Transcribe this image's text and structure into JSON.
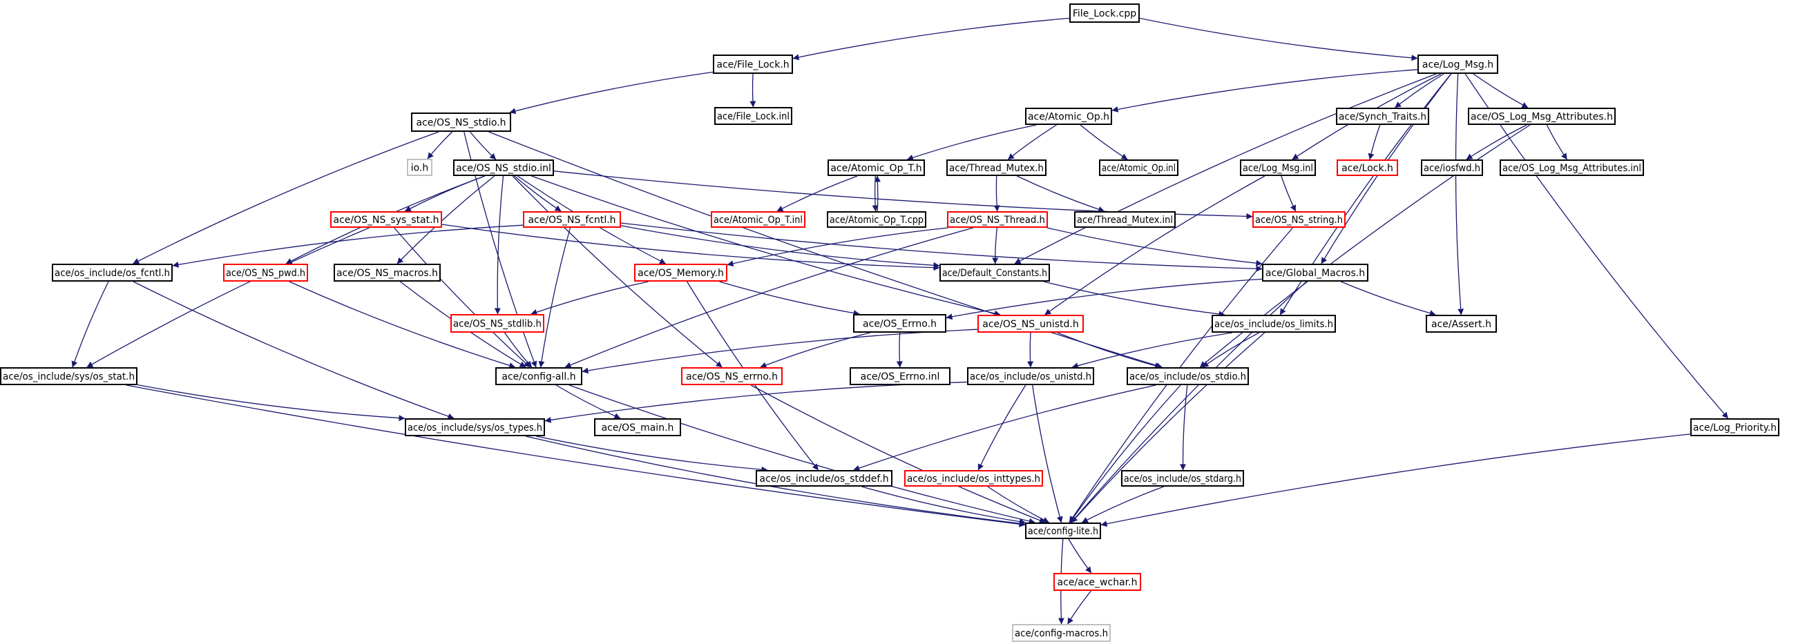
{
  "colors": {
    "normal_border": "#000000",
    "missing_border": "#ff0000",
    "external_border": "#bfbfbf",
    "root_fill": "#bfbfbf",
    "edge": "#191970"
  },
  "nodes": [
    {
      "id": "n0",
      "label": "File_Lock.cpp",
      "kind": "root"
    },
    {
      "id": "n1",
      "label": "ace/File_Lock.h",
      "kind": "normal"
    },
    {
      "id": "n2",
      "label": "ace/Log_Msg.h",
      "kind": "normal"
    },
    {
      "id": "n3",
      "label": "ace/OS_NS_stdio.h",
      "kind": "normal"
    },
    {
      "id": "n4",
      "label": "ace/File_Lock.inl",
      "kind": "normal"
    },
    {
      "id": "n5",
      "label": "ace/Atomic_Op.h",
      "kind": "normal"
    },
    {
      "id": "n6",
      "label": "ace/Synch_Traits.h",
      "kind": "normal"
    },
    {
      "id": "n7",
      "label": "ace/OS_Log_Msg_Attributes.h",
      "kind": "normal"
    },
    {
      "id": "n8",
      "label": "io.h",
      "kind": "external"
    },
    {
      "id": "n9",
      "label": "ace/OS_NS_stdio.inl",
      "kind": "normal"
    },
    {
      "id": "n10",
      "label": "ace/Atomic_Op_T.h",
      "kind": "normal"
    },
    {
      "id": "n11",
      "label": "ace/Thread_Mutex.h",
      "kind": "normal"
    },
    {
      "id": "n12",
      "label": "ace/Atomic_Op.inl",
      "kind": "normal"
    },
    {
      "id": "n13",
      "label": "ace/Log_Msg.inl",
      "kind": "normal"
    },
    {
      "id": "n14",
      "label": "ace/Lock.h",
      "kind": "missing"
    },
    {
      "id": "n15",
      "label": "ace/iosfwd.h",
      "kind": "normal"
    },
    {
      "id": "n16",
      "label": "ace/OS_Log_Msg_Attributes.inl",
      "kind": "normal"
    },
    {
      "id": "n17",
      "label": "ace/Atomic_Op_T.inl",
      "kind": "missing"
    },
    {
      "id": "n18",
      "label": "ace/Atomic_Op_T.cpp",
      "kind": "normal"
    },
    {
      "id": "n19",
      "label": "ace/Thread_Mutex.inl",
      "kind": "normal"
    },
    {
      "id": "n20",
      "label": "ace/OS_NS_sys_stat.h",
      "kind": "missing"
    },
    {
      "id": "n21",
      "label": "ace/OS_NS_fcntl.h",
      "kind": "missing"
    },
    {
      "id": "n22",
      "label": "ace/OS_NS_Thread.h",
      "kind": "missing"
    },
    {
      "id": "n23",
      "label": "ace/OS_NS_string.h",
      "kind": "missing"
    },
    {
      "id": "n24",
      "label": "ace/os_include/os_fcntl.h",
      "kind": "normal"
    },
    {
      "id": "n25",
      "label": "ace/OS_NS_pwd.h",
      "kind": "missing"
    },
    {
      "id": "n26",
      "label": "ace/OS_NS_macros.h",
      "kind": "normal"
    },
    {
      "id": "n27",
      "label": "ace/OS_Memory.h",
      "kind": "missing"
    },
    {
      "id": "n28",
      "label": "ace/Default_Constants.h",
      "kind": "normal"
    },
    {
      "id": "n29",
      "label": "ace/Global_Macros.h",
      "kind": "normal"
    },
    {
      "id": "n30",
      "label": "ace/OS_NS_stdlib.h",
      "kind": "missing"
    },
    {
      "id": "n31",
      "label": "ace/OS_Errno.h",
      "kind": "normal"
    },
    {
      "id": "n32",
      "label": "ace/OS_NS_unistd.h",
      "kind": "missing"
    },
    {
      "id": "n33",
      "label": "ace/os_include/os_limits.h",
      "kind": "normal"
    },
    {
      "id": "n34",
      "label": "ace/Assert.h",
      "kind": "normal"
    },
    {
      "id": "n35",
      "label": "ace/os_include/sys/os_stat.h",
      "kind": "normal"
    },
    {
      "id": "n36",
      "label": "ace/config-all.h",
      "kind": "normal"
    },
    {
      "id": "n37",
      "label": "ace/OS_NS_errno.h",
      "kind": "missing"
    },
    {
      "id": "n38",
      "label": "ace/OS_Errno.inl",
      "kind": "normal"
    },
    {
      "id": "n39",
      "label": "ace/os_include/os_unistd.h",
      "kind": "normal"
    },
    {
      "id": "n40",
      "label": "ace/os_include/os_stdio.h",
      "kind": "normal"
    },
    {
      "id": "n41",
      "label": "ace/os_include/sys/os_types.h",
      "kind": "normal"
    },
    {
      "id": "n42",
      "label": "ace/OS_main.h",
      "kind": "normal"
    },
    {
      "id": "n43",
      "label": "ace/Log_Priority.h",
      "kind": "normal"
    },
    {
      "id": "n44",
      "label": "ace/os_include/os_stddef.h",
      "kind": "normal"
    },
    {
      "id": "n45",
      "label": "ace/os_include/os_inttypes.h",
      "kind": "missing"
    },
    {
      "id": "n46",
      "label": "ace/os_include/os_stdarg.h",
      "kind": "normal"
    },
    {
      "id": "n47",
      "label": "ace/config-lite.h",
      "kind": "normal"
    },
    {
      "id": "n48",
      "label": "ace/ace_wchar.h",
      "kind": "missing"
    },
    {
      "id": "n49",
      "label": "ace/config-macros.h",
      "kind": "external"
    }
  ]
}
